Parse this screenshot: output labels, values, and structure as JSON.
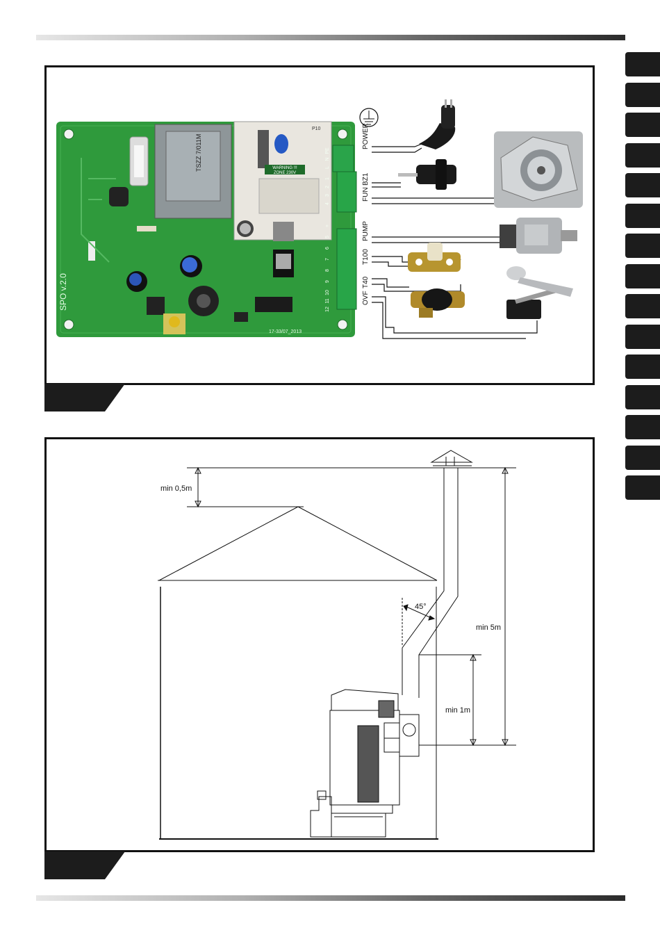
{
  "wiring": {
    "board": {
      "model": "SPO v.2.0",
      "date_code": "17-33/07_2013",
      "warning_line1": "WARNING !!!",
      "warning_line2": "ZONE 230V",
      "transformer_model": "TSZZ 7/011M",
      "connector_label": "P10"
    },
    "terminals": [
      "PE",
      "N",
      "L",
      "1",
      "2",
      "3",
      "4",
      "+",
      "5",
      "6",
      "7",
      "8",
      "9",
      "10",
      "11",
      "12"
    ],
    "connections": [
      "POWER",
      "BZ1",
      "FUN",
      "PUMP",
      "T100",
      "T40",
      "OVF"
    ]
  },
  "chimney": {
    "min_above_roof": "min 0,5m",
    "angle": "45°",
    "min_height": "min 5m",
    "min_vertical": "min 1m"
  },
  "side_tab_count": 15,
  "colors": {
    "board_green": "#2f9a3c",
    "dark": "#1c1c1c"
  }
}
